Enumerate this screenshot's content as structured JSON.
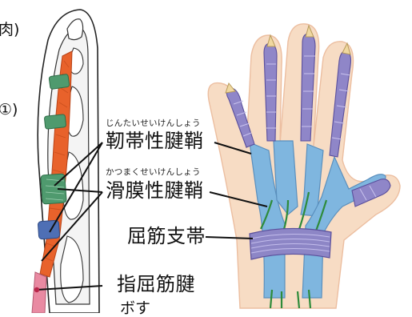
{
  "fragments": {
    "top_right": "肉)",
    "middle_right": "①)",
    "bottom": "ボす"
  },
  "labels": [
    {
      "furigana": "じんたいせいけんしょう",
      "text": "靭帯性腱鞘"
    },
    {
      "furigana": "かつまくせいけんしょう",
      "text": "滑膜性腱鞘"
    },
    {
      "furigana": "",
      "text": "屈筋支帯"
    },
    {
      "furigana": "",
      "text": "指屈筋腱"
    }
  ],
  "colors": {
    "tendon_orange": "#e8622b",
    "ligament_green": "#4f9a6e",
    "synovial_blue": "#4e6fb5",
    "sheath_blue": "#7fb6df",
    "retinaculum_purple": "#8d86c6",
    "finger_purple": "#8f86c8",
    "skin": "#f7dcc4",
    "nerve_green": "#2e8b3a",
    "tendon_pink": "#e98aa2"
  }
}
